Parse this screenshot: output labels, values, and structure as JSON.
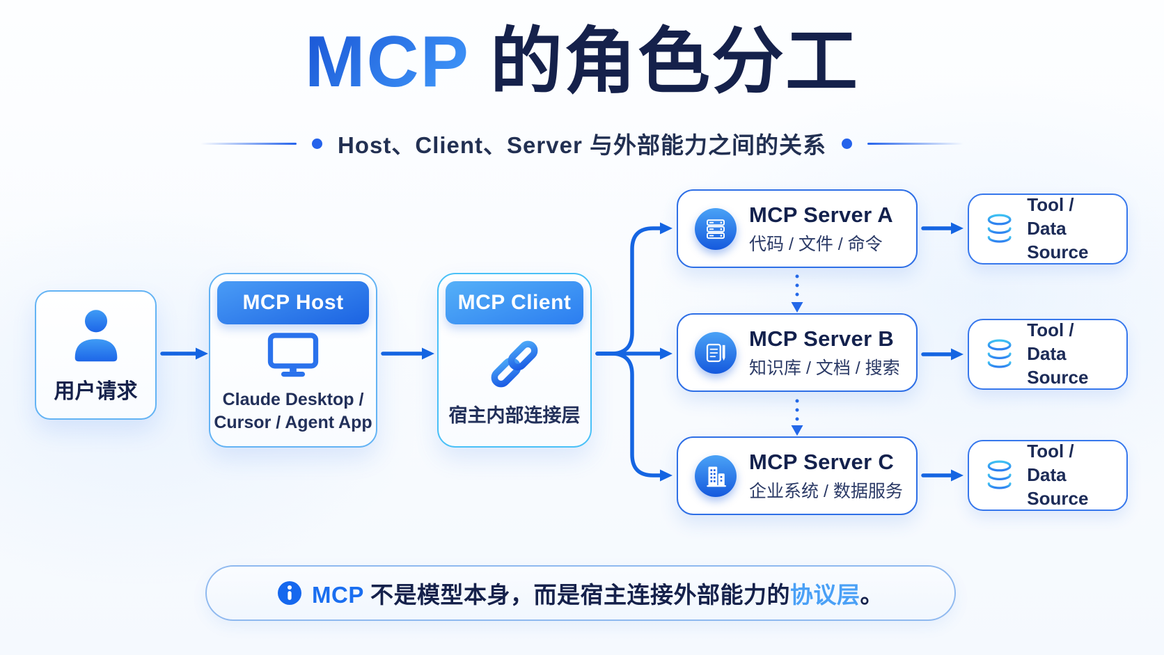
{
  "colors": {
    "brand-gradient-start": "#1d5bd8",
    "brand-gradient-end": "#3f96f9",
    "navy": "#15214b",
    "text-soft": "#2b3a66",
    "arrow-blue": "#1565e2",
    "dotted-blue": "#2468e8",
    "border-light": "#63b3f4",
    "border-strong": "#2e6fe6",
    "header-grad-start": "#4a9cf6",
    "header-grad-end": "#1b63e2",
    "note-brand": "#1a6ef0",
    "note-highlight": "#4aa0f6",
    "bg": "#fbfdff"
  },
  "header": {
    "title_mcp": "MCP",
    "title_rest": " 的角色分工",
    "subtitle": "Host、Client、Server 与外部能力之间的关系"
  },
  "user_box": {
    "label": "用户请求",
    "icon": "user-icon"
  },
  "host": {
    "title": "MCP Host",
    "icon": "monitor-icon",
    "desc_line1": "Claude Desktop /",
    "desc_line2": "Cursor / Agent App"
  },
  "client": {
    "title": "MCP Client",
    "icon": "link-icon",
    "desc": "宿主内部连接层"
  },
  "servers": [
    {
      "title": "MCP Server A",
      "subtitle": "代码 / 文件 / 命令",
      "icon": "server-rack-icon"
    },
    {
      "title": "MCP Server B",
      "subtitle": "知识库 / 文档 / 搜索",
      "icon": "knowledge-book-icon"
    },
    {
      "title": "MCP Server C",
      "subtitle": "企业系统 / 数据服务",
      "icon": "enterprise-building-icon"
    }
  ],
  "tools": [
    {
      "line1": "Tool /",
      "line2": "Data Source",
      "icon": "database-icon"
    },
    {
      "line1": "Tool /",
      "line2": "Data Source",
      "icon": "database-icon"
    },
    {
      "line1": "Tool /",
      "line2": "Data Source",
      "icon": "database-icon"
    }
  ],
  "note": {
    "icon": "info-icon",
    "segments": [
      {
        "text": "MCP",
        "style": "brand"
      },
      {
        "text": " 不是模型本身，而是宿主连接外部能力的",
        "style": "normal"
      },
      {
        "text": "协议层",
        "style": "highlight"
      },
      {
        "text": "。",
        "style": "normal"
      }
    ]
  }
}
